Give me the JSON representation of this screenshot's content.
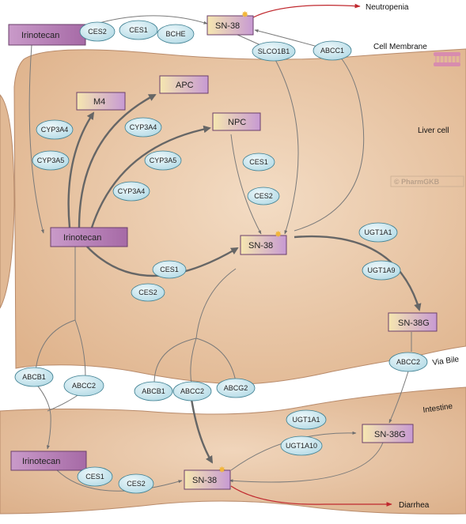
{
  "regions": {
    "cell_membrane": "Cell Membrane",
    "liver_cell": "Liver cell",
    "via_bile": "Via Bile",
    "intestine": "Intestine"
  },
  "watermark": "© PharmGKB",
  "outcomes": {
    "neutropenia": "Neutropenia",
    "diarrhea": "Diarrhea"
  },
  "drugs": {
    "irinotecan_blood": "Irinotecan",
    "irinotecan_liver": "Irinotecan",
    "irinotecan_intestine": "Irinotecan"
  },
  "metabolites": {
    "sn38_blood": "SN-38",
    "sn38_liver": "SN-38",
    "sn38_intestine": "SN-38",
    "m4": "M4",
    "apc": "APC",
    "npc": "NPC",
    "sn38g_liver": "SN-38G",
    "sn38g_intestine": "SN-38G"
  },
  "enzymes": {
    "blood_ces2": "CES2",
    "blood_ces1": "CES1",
    "blood_bche": "BCHE",
    "slco1b1": "SLCO1B1",
    "abcc1": "ABCC1",
    "cyp3a4_m4": "CYP3A4",
    "cyp3a5_m4": "CYP3A5",
    "cyp3a4_apc": "CYP3A4",
    "cyp3a5_apc": "CYP3A5",
    "cyp3a4_npc": "CYP3A4",
    "liver_ces1_npc": "CES1",
    "liver_ces2_npc": "CES2",
    "liver_ces1": "CES1",
    "liver_ces2": "CES2",
    "ugt1a1_liver": "UGT1A1",
    "ugt1a9_liver": "UGT1A9",
    "abcc2_bile": "ABCC2",
    "abcb1_left": "ABCB1",
    "abcc2_left": "ABCC2",
    "abcb1_mid": "ABCB1",
    "abcc2_mid": "ABCC2",
    "abcg2_mid": "ABCG2",
    "ugt1a1_int": "UGT1A1",
    "ugt1a10_int": "UGT1A10",
    "int_ces1": "CES1",
    "int_ces2": "CES2"
  },
  "colors": {
    "drug_box": "#b07ab0",
    "metabolite_box_start": "#f6e7b0",
    "metabolite_box_end": "#c79ad3",
    "enzyme_fill": "#c8e6ee",
    "tissue_fill": "#e7c3a0",
    "outcome_arrow": "#c0282e"
  }
}
